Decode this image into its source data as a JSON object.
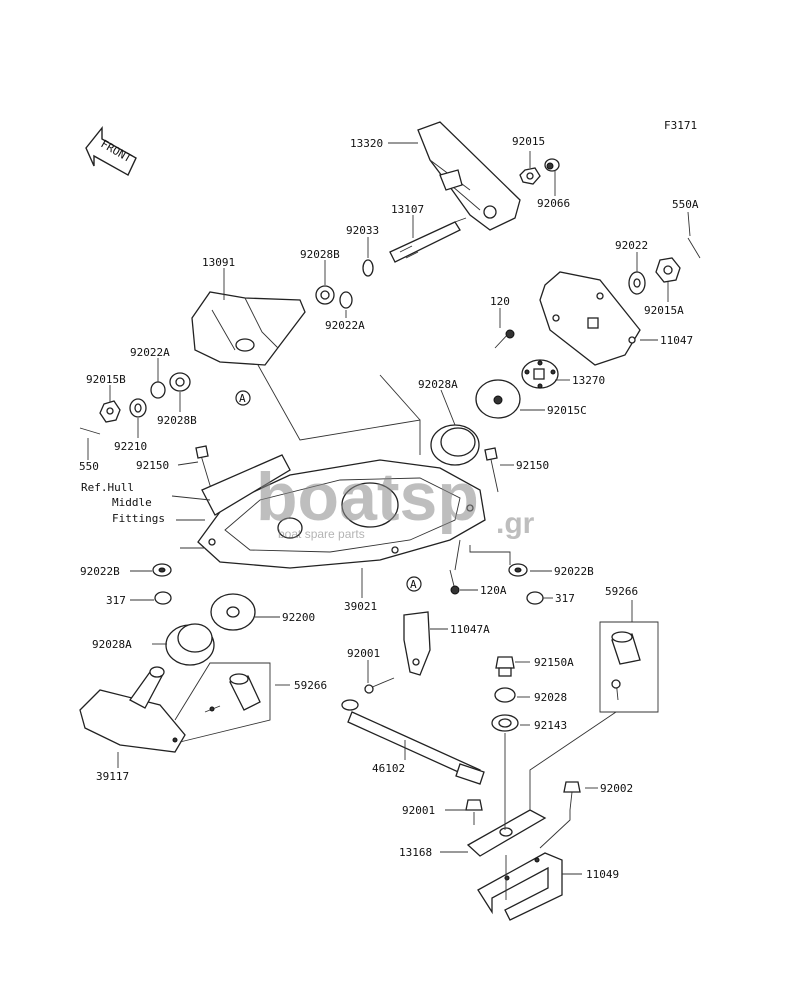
{
  "figure_code": "F3171",
  "front_label": "FRONT",
  "ref_note": [
    "Ref.Hull",
    "Middle",
    "Fittings"
  ],
  "circle_marker": "A",
  "watermark": {
    "main": "boatsp",
    "suffix": ".gr",
    "tagline": "boat spare parts"
  },
  "parts": {
    "p13320": "13320",
    "p92015": "92015",
    "p92066": "92066",
    "p550A": "550A",
    "p13107": "13107",
    "p92033": "92033",
    "p92028B_top": "92028B",
    "p92022A_top": "92022A",
    "p13091": "13091",
    "p92022": "92022",
    "p92015A": "92015A",
    "p11047": "11047",
    "p120": "120",
    "p13270": "13270",
    "p92028A_mid": "92028A",
    "p92015C": "92015C",
    "p92022A_left": "92022A",
    "p92015B": "92015B",
    "p92028B_left": "92028B",
    "p92210": "92210",
    "p550": "550",
    "p92150_left": "92150",
    "p92150_right": "92150",
    "p92022B_left": "92022B",
    "p92022B_right": "92022B",
    "p317_left": "317",
    "p317_right": "317",
    "p120A": "120A",
    "p39021": "39021",
    "p92200": "92200",
    "p92028A_low": "92028A",
    "p11047A": "11047A",
    "p92001_mid": "92001",
    "p59266_left": "59266",
    "p59266_right": "59266",
    "p92150A": "92150A",
    "p92028": "92028",
    "p92143": "92143",
    "p39117": "39117",
    "p46102": "46102",
    "p92001_low": "92001",
    "p92002": "92002",
    "p13168": "13168",
    "p11049": "11049"
  }
}
